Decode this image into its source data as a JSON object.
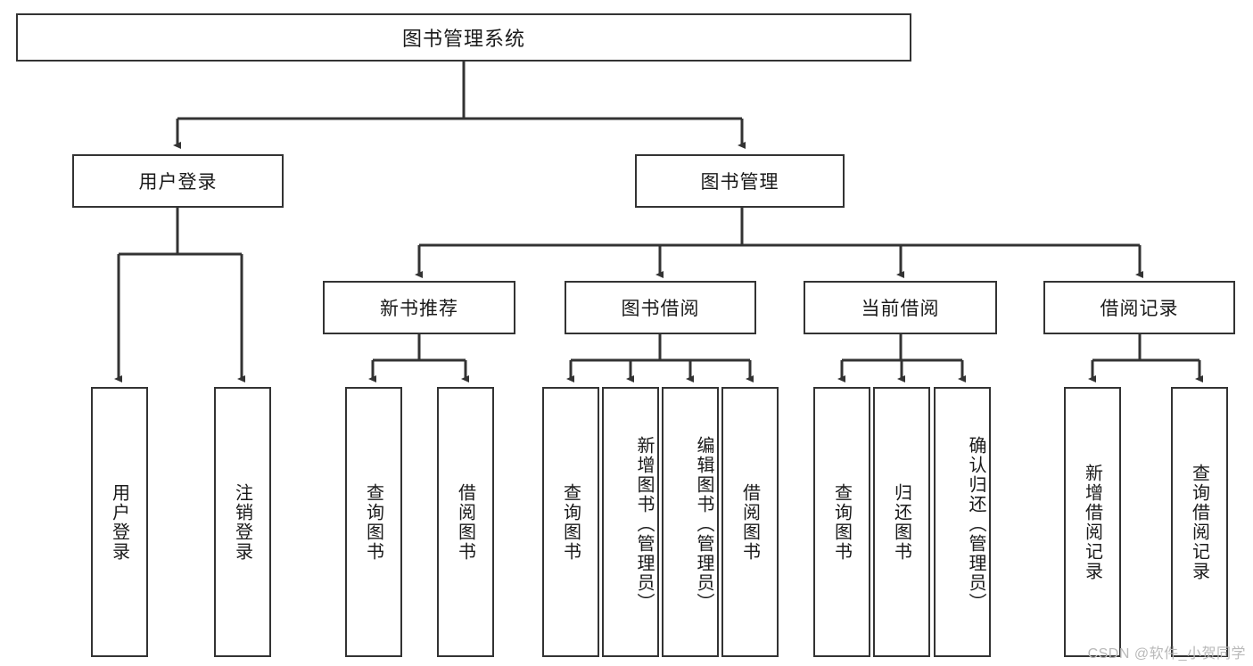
{
  "diagram": {
    "title": "图书管理系统",
    "type": "hierarchy-tree",
    "watermark": "CSDN @软件_小贺同学",
    "colors": {
      "box_border": "#333333",
      "box_fill": "#ffffff",
      "line": "#333333",
      "text": "#1a1a1a",
      "watermark": "#b9b9b9"
    },
    "nodes": {
      "root": {
        "label": "图书管理系统"
      },
      "level1": [
        {
          "label": "用户登录"
        },
        {
          "label": "图书管理"
        }
      ],
      "level2": [
        {
          "label": "新书推荐"
        },
        {
          "label": "图书借阅"
        },
        {
          "label": "当前借阅"
        },
        {
          "label": "借阅记录"
        }
      ],
      "leaves": {
        "user_login": [
          {
            "label": "用户登录"
          },
          {
            "label": "注销登录"
          }
        ],
        "new_book_recommend": [
          {
            "label": "查询图书"
          },
          {
            "label": "借阅图书"
          }
        ],
        "book_borrow": [
          {
            "label": "查询图书"
          },
          {
            "label": "新增图书（管理员）"
          },
          {
            "label": "编辑图书（管理员）"
          },
          {
            "label": "借阅图书"
          }
        ],
        "current_borrow": [
          {
            "label": "查询图书"
          },
          {
            "label": "归还图书"
          },
          {
            "label": "确认归还（管理员）"
          }
        ],
        "borrow_record": [
          {
            "label": "新增借阅记录"
          },
          {
            "label": "查询借阅记录"
          }
        ]
      }
    }
  }
}
